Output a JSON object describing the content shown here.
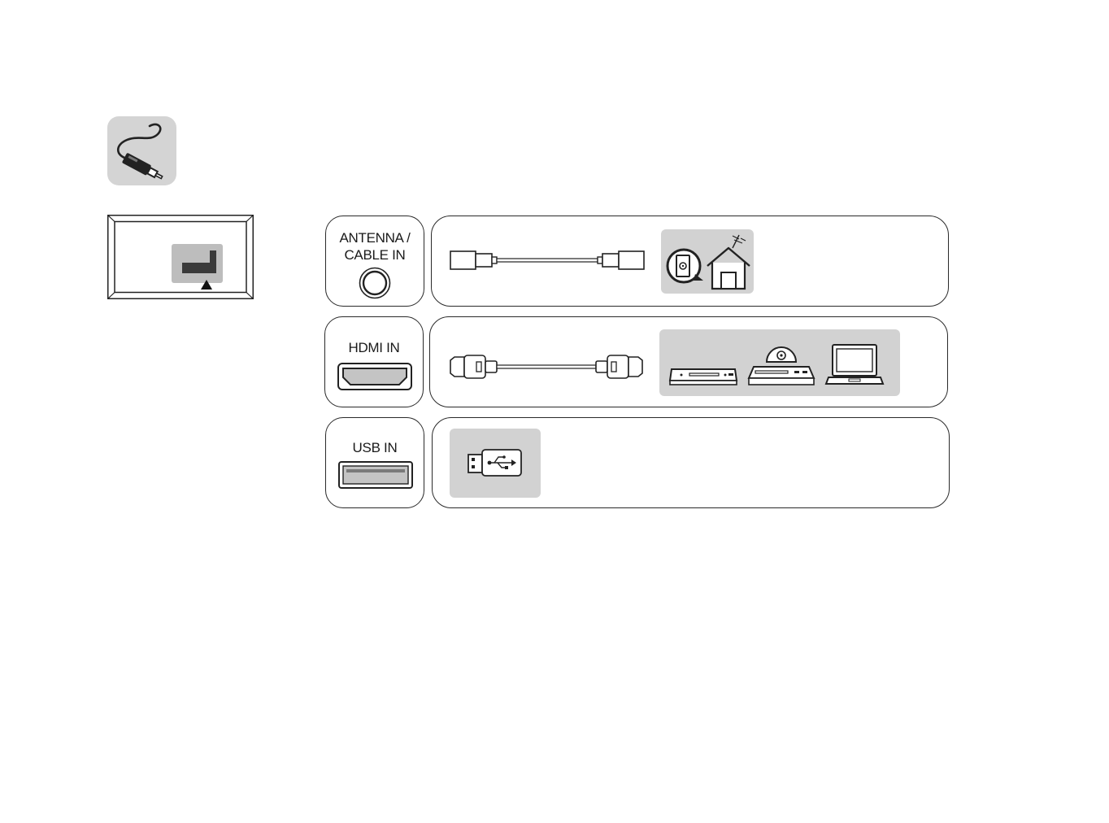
{
  "header": {
    "icon": "cable-connection-icon"
  },
  "tv_panel": {
    "icon": "tv-rear-port-location-icon"
  },
  "rows": [
    {
      "id": "antenna",
      "port_label_line1": "ANTENNA /",
      "port_label_line2": "CABLE IN",
      "port_icon": "coax-port-icon",
      "cable_icon": "coaxial-cable-icon",
      "devices": [
        "wall-outlet-icon",
        "house-antenna-icon"
      ]
    },
    {
      "id": "hdmi",
      "port_label_line1": "HDMI IN",
      "port_icon": "hdmi-port-icon",
      "cable_icon": "hdmi-cable-icon",
      "devices": [
        "set-top-box-icon",
        "disc-player-icon",
        "laptop-icon"
      ]
    },
    {
      "id": "usb",
      "port_label_line1": "USB IN",
      "port_icon": "usb-port-icon",
      "devices": [
        "usb-drive-icon"
      ]
    }
  ],
  "colors": {
    "tile_grey": "#d2d2d2",
    "line": "#2a2a2a"
  }
}
